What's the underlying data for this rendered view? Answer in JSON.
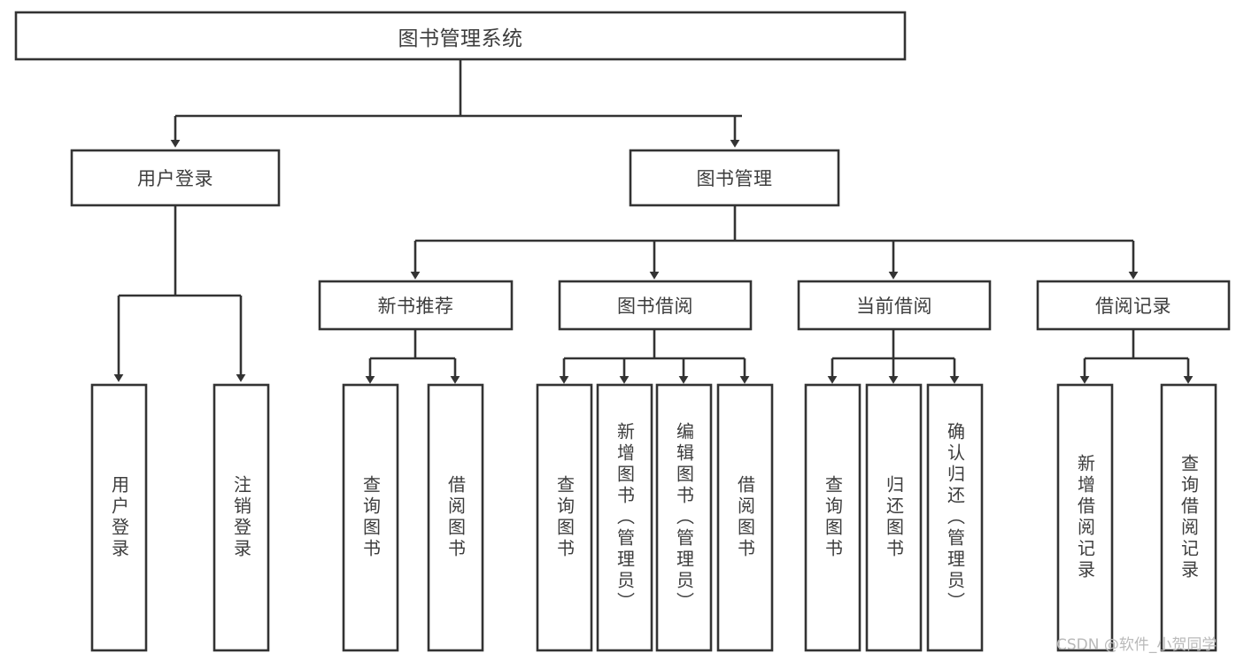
{
  "diagram": {
    "type": "tree",
    "title": "图书管理系统",
    "root": {
      "label": "图书管理系统"
    },
    "level2": [
      {
        "label": "用户登录"
      },
      {
        "label": "图书管理"
      }
    ],
    "level3": [
      {
        "label": "新书推荐"
      },
      {
        "label": "图书借阅"
      },
      {
        "label": "当前借阅"
      },
      {
        "label": "借阅记录"
      }
    ],
    "leaves": {
      "user_login": [
        {
          "label": "用户登录"
        },
        {
          "label": "注销登录"
        }
      ],
      "new_book_recommend": [
        {
          "label": "查询图书"
        },
        {
          "label": "借阅图书"
        }
      ],
      "book_borrow": [
        {
          "label": "查询图书"
        },
        {
          "label": "新增图书（管理员）"
        },
        {
          "label": "编辑图书（管理员）"
        },
        {
          "label": "借阅图书"
        }
      ],
      "current_borrow": [
        {
          "label": "查询图书"
        },
        {
          "label": "归还图书"
        },
        {
          "label": "确认归还（管理员）"
        }
      ],
      "borrow_record": [
        {
          "label": "新增借阅记录"
        },
        {
          "label": "查询借阅记录"
        }
      ]
    }
  },
  "watermark": {
    "text": "CSDN @软件_小贺同学"
  },
  "colors": {
    "stroke": "#333333",
    "text": "#3d3d3d",
    "background": "#ffffff",
    "watermark": "#b9b9b9"
  }
}
